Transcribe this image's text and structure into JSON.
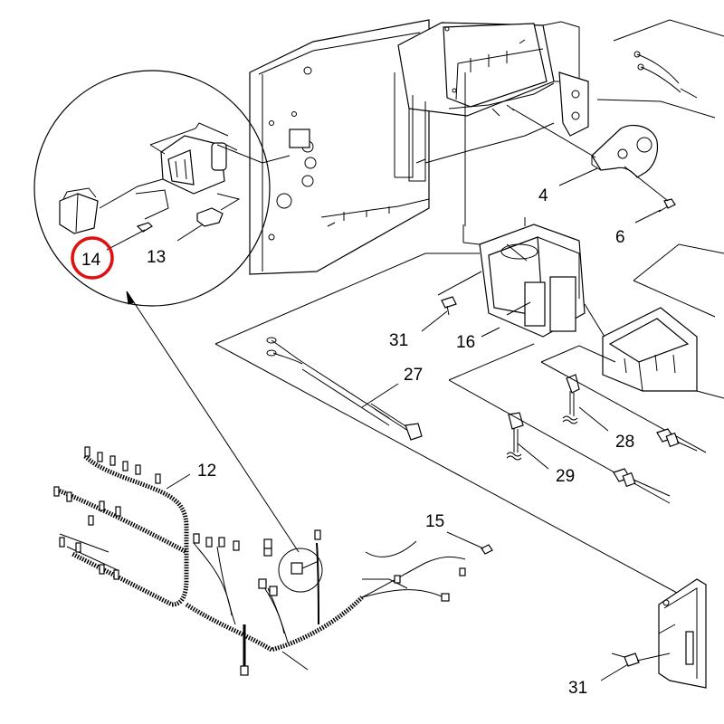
{
  "diagram": {
    "part_labels": {
      "p4": "4",
      "p6": "6",
      "p12": "12",
      "p13": "13",
      "p14": "14",
      "p15": "15",
      "p16": "16",
      "p27": "27",
      "p28": "28",
      "p29": "29",
      "p31a": "31",
      "p31b": "31"
    },
    "highlight": {
      "part": "14",
      "color": "#e01010"
    }
  }
}
